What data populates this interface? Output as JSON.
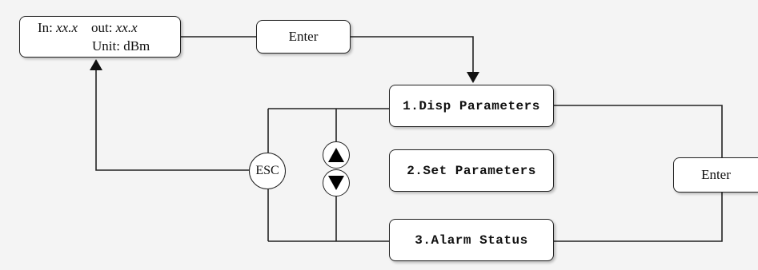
{
  "display": {
    "in_label": "In:",
    "in_value": "xx.x",
    "out_label": "out:",
    "out_value": "xx.x",
    "unit_text": "Unit: dBm"
  },
  "buttons": {
    "enter_top": "Enter",
    "enter_right": "Enter",
    "esc": "ESC"
  },
  "menu": [
    {
      "label": "1.Disp Parameters"
    },
    {
      "label": "2.Set Parameters"
    },
    {
      "label": "3.Alarm Status"
    }
  ],
  "icons": {
    "up": "arrow-up-icon",
    "down": "arrow-down-icon"
  }
}
